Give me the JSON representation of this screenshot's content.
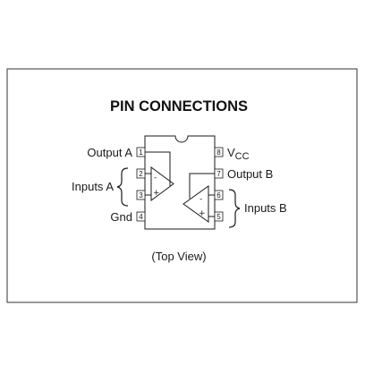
{
  "title": "PIN CONNECTIONS",
  "caption": "(Top View)",
  "labels": {
    "output_a": "Output A",
    "inputs_a": "Inputs A",
    "gnd": "Gnd",
    "vcc_main": "V",
    "vcc_sub": "CC",
    "output_b": "Output B",
    "inputs_b": "Inputs B"
  },
  "pins": {
    "p1": "1",
    "p2": "2",
    "p3": "3",
    "p4": "4",
    "p5": "5",
    "p6": "6",
    "p7": "7",
    "p8": "8"
  },
  "op_amp_a": {
    "inv": "-",
    "noninv": "+"
  },
  "op_amp_b": {
    "inv": "-",
    "noninv": "+"
  },
  "colors": {
    "line": "#1a1a1a",
    "frame": "#333333",
    "background": "#ffffff"
  }
}
